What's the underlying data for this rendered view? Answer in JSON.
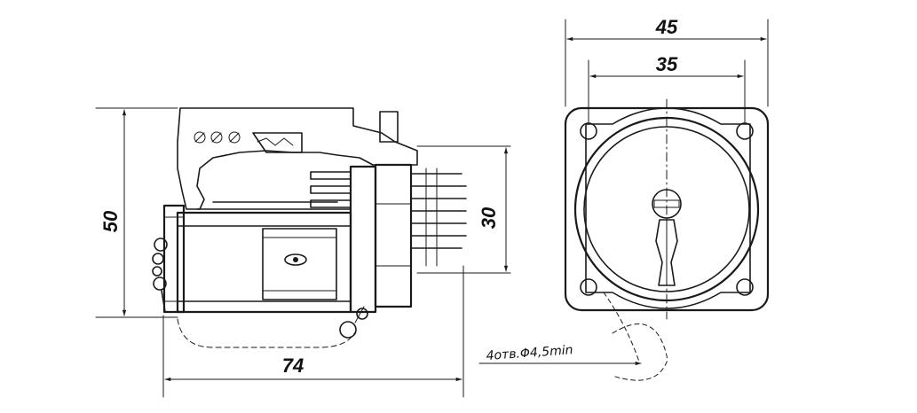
{
  "dimensions": {
    "width_front": "45",
    "hole_spacing": "35",
    "height_side": "50",
    "length_side": "74",
    "flange_height": "30"
  },
  "notes": {
    "mounting_holes": "4отв.Φ4,5min"
  },
  "colors": {
    "ink": "#1a1a1a",
    "paper": "#ffffff"
  }
}
